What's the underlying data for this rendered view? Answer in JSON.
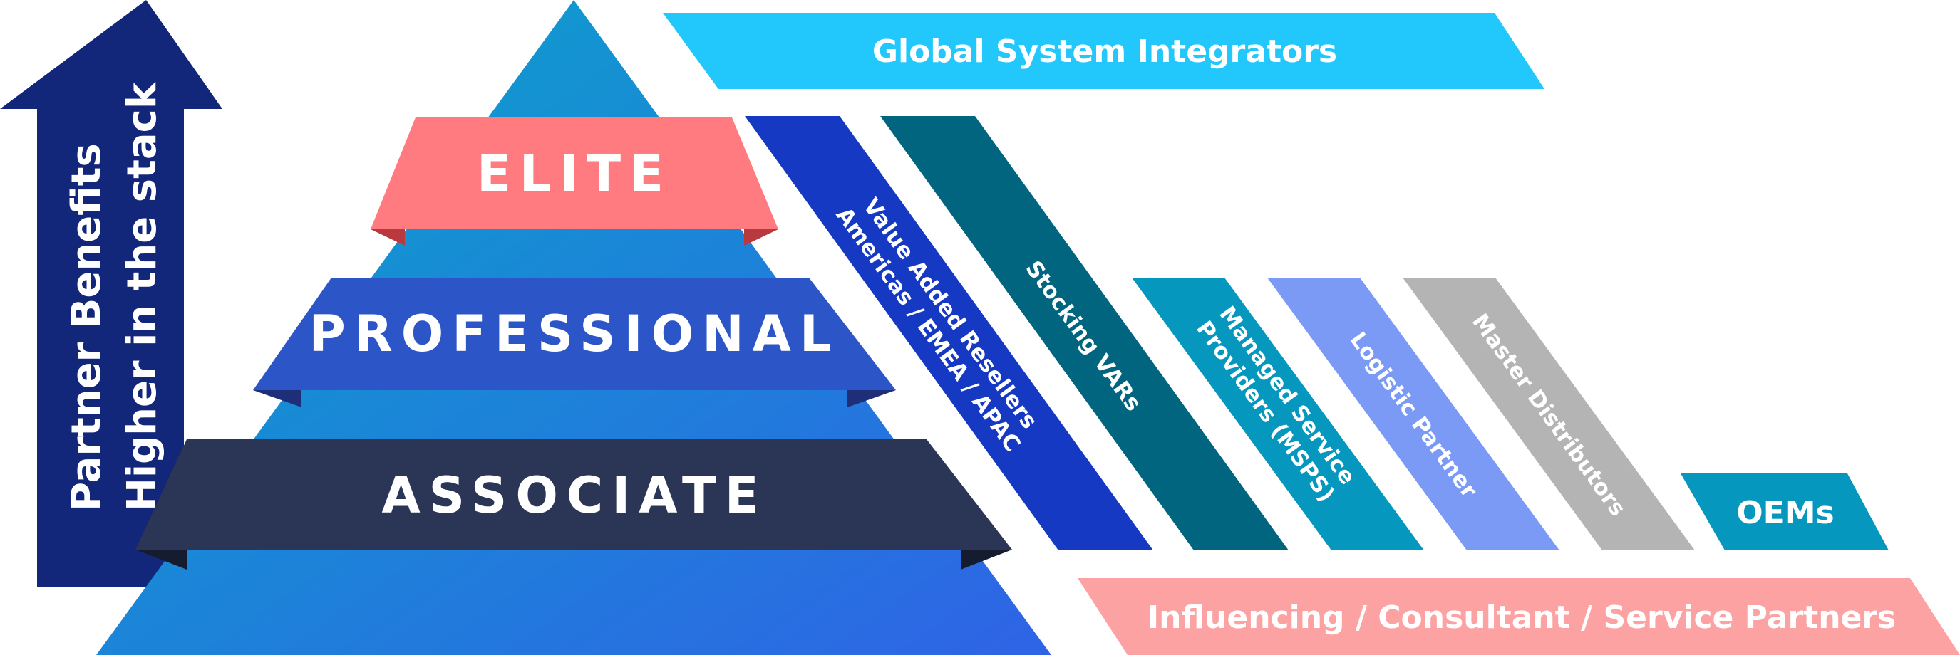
{
  "arrow": {
    "title": "Partner Benefits",
    "subtitle": "Higher in the stack"
  },
  "pyramid": {
    "tiers": [
      "ELITE",
      "PROFESSIONAL",
      "ASSOCIATE"
    ]
  },
  "channels": {
    "top_bar": "Global System Integrators",
    "var_line1": "Value Added Resellers",
    "var_line2": "Americas / EMEA / APAC",
    "stocking": "Stocking VARs",
    "msp_line1": "Managed Service",
    "msp_line2": "Providers (MSPS)",
    "logistic": "Logistic Partner",
    "master": "Master Distributors",
    "oems": "OEMs",
    "bottom_bar": "Influencing / Consultant / Service Partners"
  },
  "colors": {
    "arrow": "#12267a",
    "pyramid_light": "#0aa3c8",
    "pyramid_dark": "#2a6ae0",
    "elite": "#ff7b80",
    "elite_shadow": "#b83a3e",
    "professional": "#2c55c8",
    "professional_shadow": "#1e2e78",
    "associate": "#2b3556",
    "associate_shadow": "#161c30",
    "top_bar": "#22c8fc",
    "var": "#1539c2",
    "stocking": "#02657f",
    "msp": "#0597bd",
    "logistic": "#7a9af5",
    "master": "#b4b4b4",
    "oems": "#0597bd",
    "bottom_bar": "#fca2a3"
  }
}
